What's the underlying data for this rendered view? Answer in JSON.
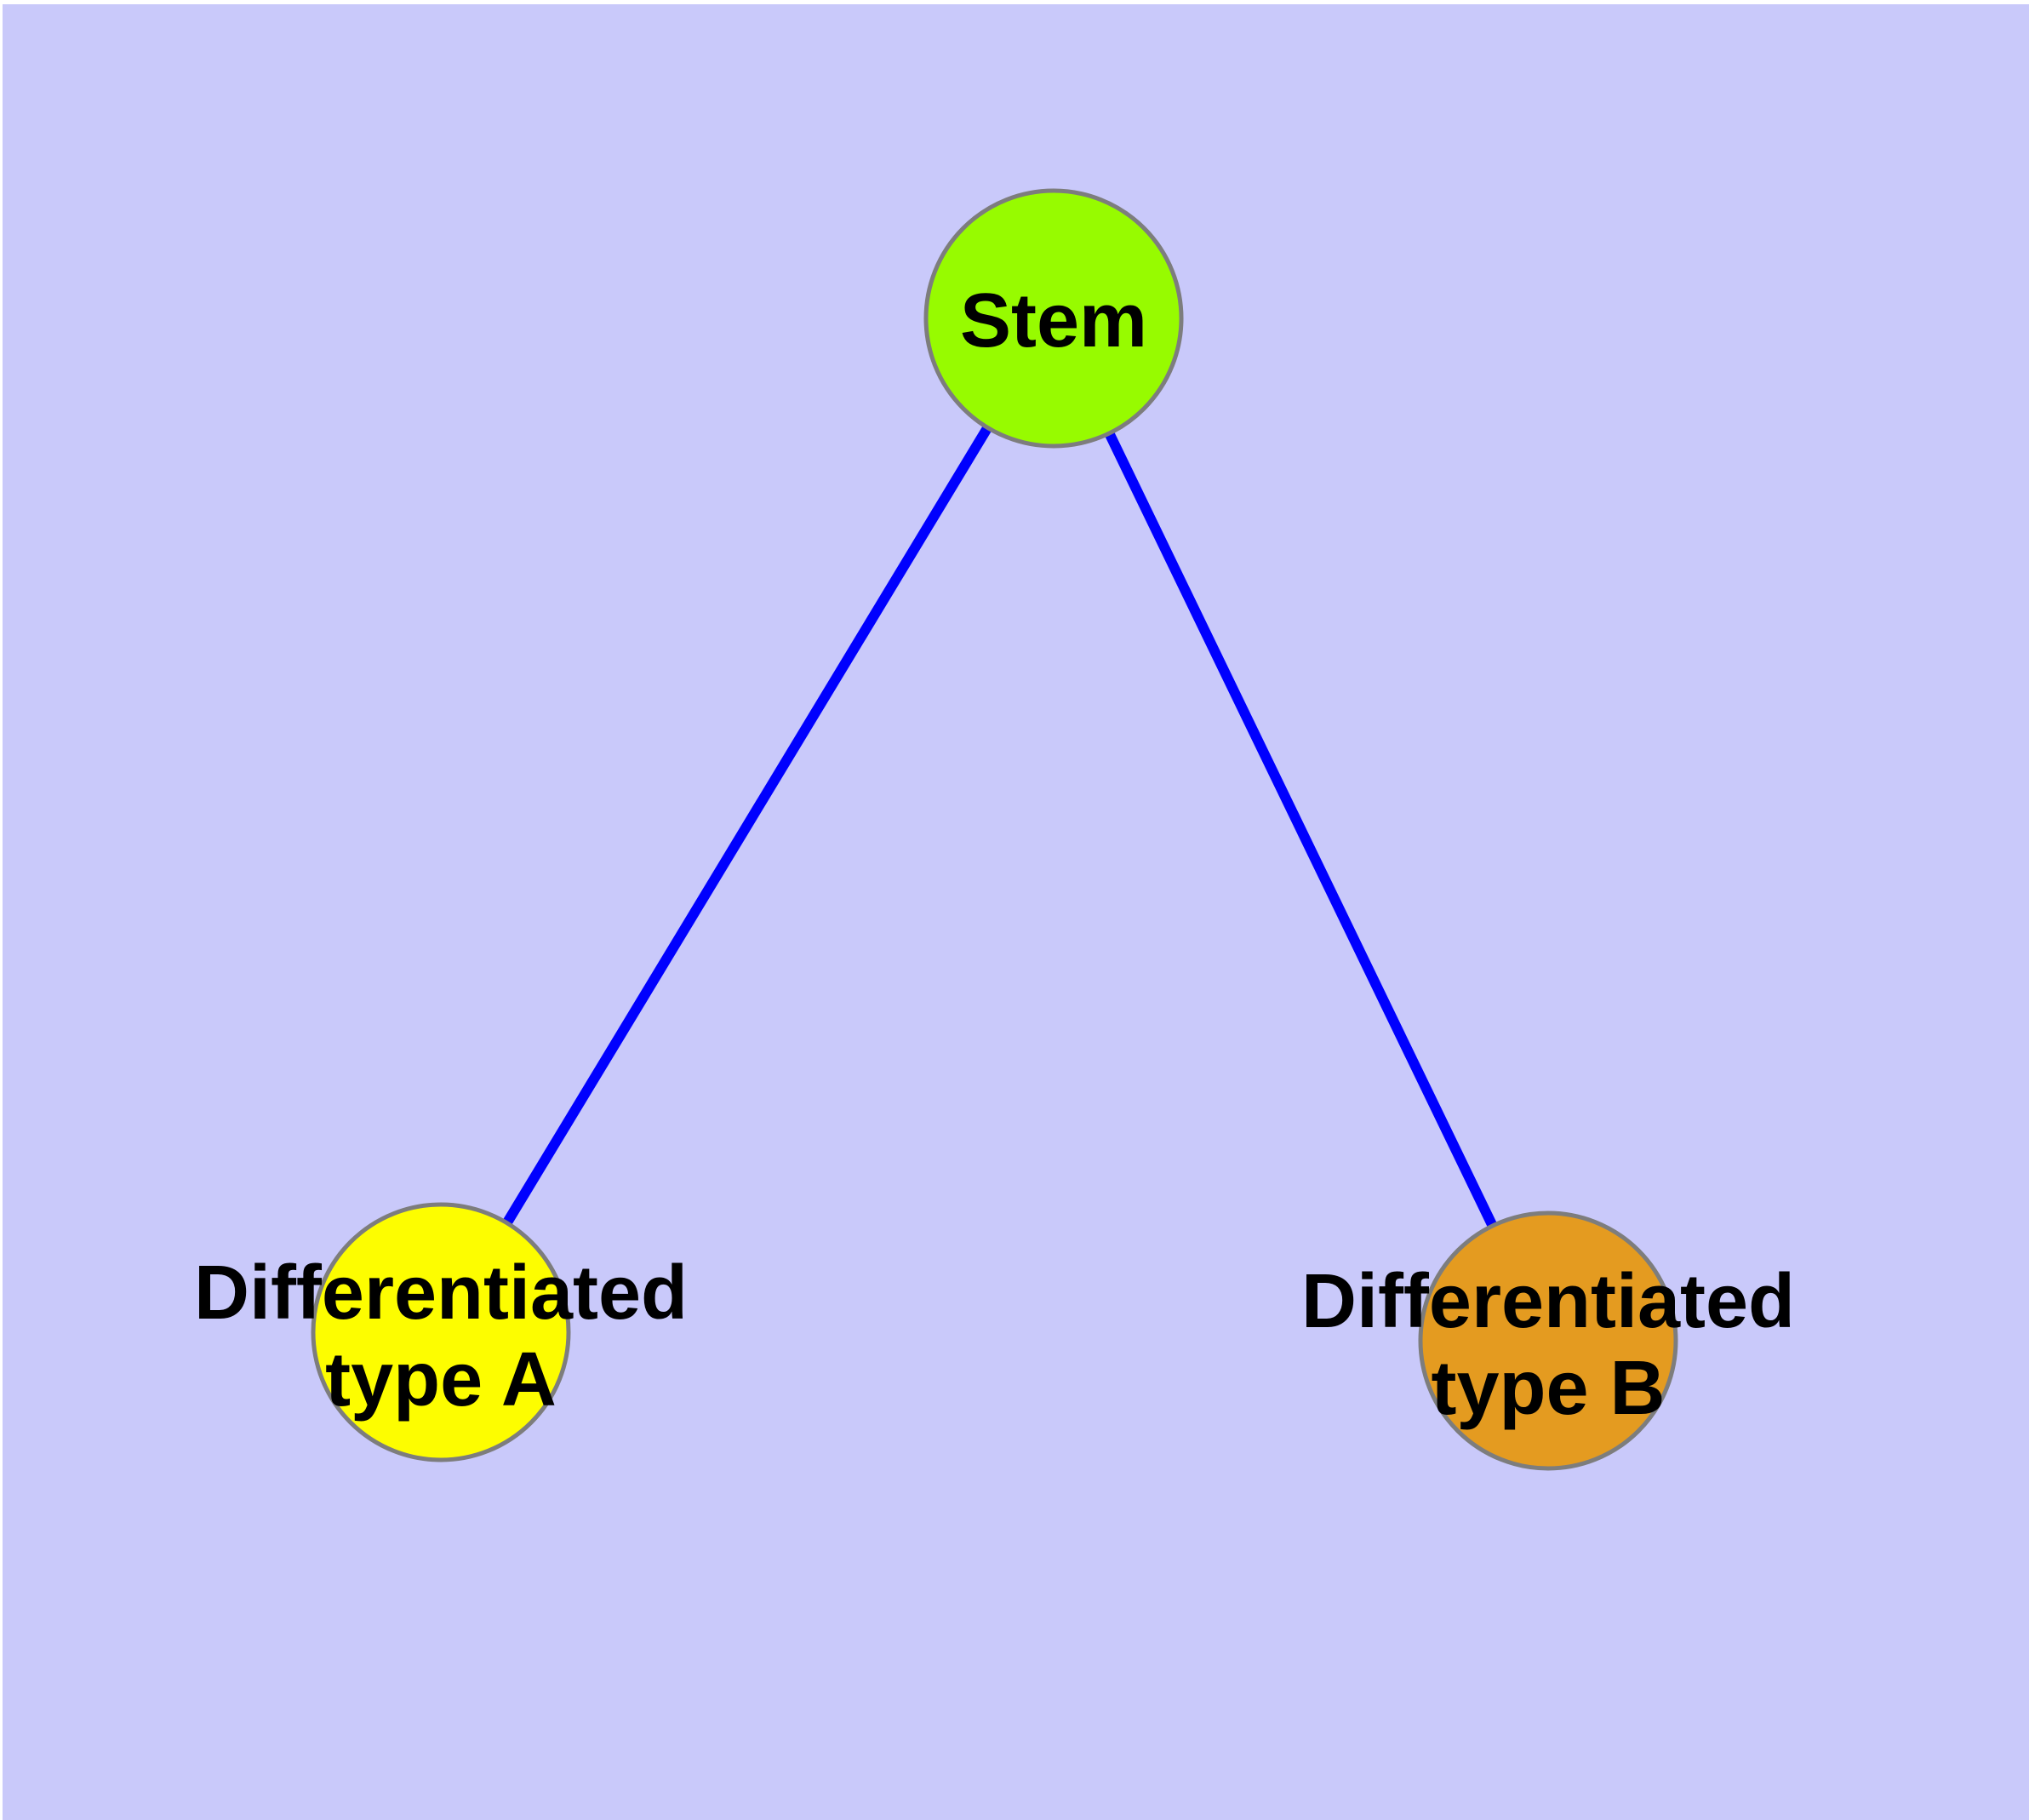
{
  "diagram": {
    "background_color": "#c9c9fa",
    "margin_color": "#ffffff",
    "edge_color": "#0000fe",
    "node_border_color": "#7d7d7d",
    "label_color": "#000000",
    "nodes": [
      {
        "id": "stem",
        "label": "Stem",
        "fill_color": "#97fb00"
      },
      {
        "id": "differentiated-type-a",
        "label": "Differentiated type A",
        "label_lines": [
          "Differentiated",
          "type A"
        ],
        "fill_color": "#fdfd00"
      },
      {
        "id": "differentiated-type-b",
        "label": "Differentiated type B",
        "label_lines": [
          "Differentiated",
          "type B"
        ],
        "fill_color": "#e49b20"
      }
    ],
    "edges": [
      {
        "from": "Stem",
        "to": "Differentiated type A"
      },
      {
        "from": "Stem",
        "to": "Differentiated type B"
      }
    ]
  }
}
